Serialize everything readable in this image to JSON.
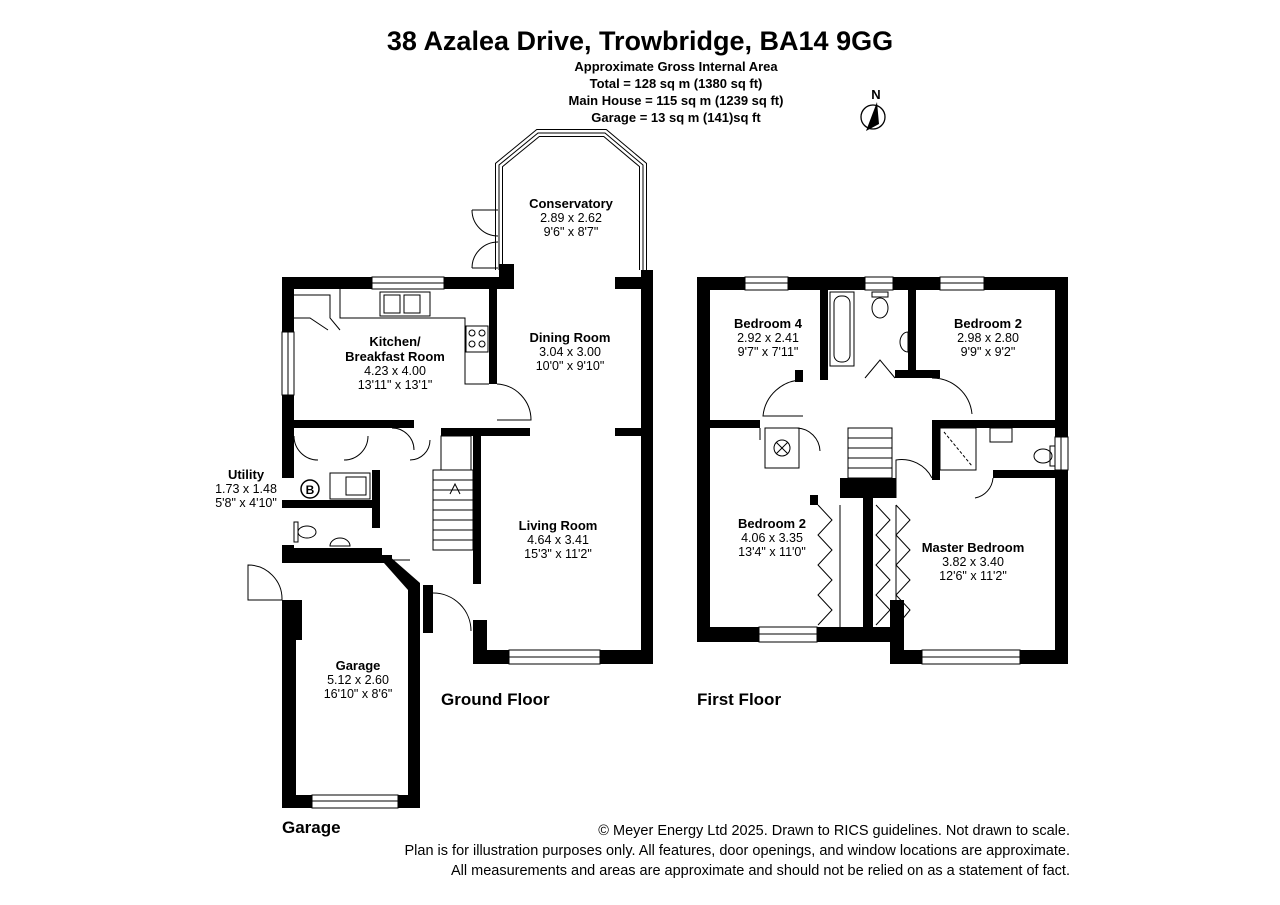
{
  "header": {
    "title": "38 Azalea Drive, Trowbridge, BA14 9GG",
    "area_heading": "Approximate Gross Internal Area",
    "total": "Total = 128 sq m (1380 sq ft)",
    "main_house": "Main House = 115 sq m (1239 sq ft)",
    "garage": "Garage = 13 sq m (141)sq ft"
  },
  "compass": {
    "label": "N",
    "icon": "north-arrow-icon"
  },
  "rooms": {
    "conservatory": {
      "name": "Conservatory",
      "metric": "2.89 x 2.62",
      "imperial": "9'6\" x 8'7\""
    },
    "kitchen": {
      "name1": "Kitchen/",
      "name2": "Breakfast Room",
      "metric": "4.23 x 4.00",
      "imperial": "13'11\" x 13'1\""
    },
    "dining": {
      "name": "Dining Room",
      "metric": "3.04 x 3.00",
      "imperial": "10'0\" x 9'10\""
    },
    "utility": {
      "name": "Utility",
      "metric": "1.73 x 1.48",
      "imperial": "5'8\" x 4'10\""
    },
    "living": {
      "name": "Living Room",
      "metric": "4.64 x 3.41",
      "imperial": "15'3\" x 11'2\""
    },
    "garage": {
      "name": "Garage",
      "metric": "5.12 x 2.60",
      "imperial": "16'10\" x 8'6\""
    },
    "bedroom4": {
      "name": "Bedroom 4",
      "metric": "2.92 x 2.41",
      "imperial": "9'7\" x 7'11\""
    },
    "bedroom2a": {
      "name": "Bedroom 2",
      "metric": "2.98 x 2.80",
      "imperial": "9'9\" x 9'2\""
    },
    "bedroom2b": {
      "name": "Bedroom 2",
      "metric": "4.06 x 3.35",
      "imperial": "13'4\" x 11'0\""
    },
    "master": {
      "name": "Master Bedroom",
      "metric": "3.82 x 3.40",
      "imperial": "12'6\" x 11'2\""
    }
  },
  "boiler_label": "B",
  "floors": {
    "ground": "Ground Floor",
    "first": "First Floor",
    "garage": "Garage"
  },
  "footer": {
    "line1": "© Meyer Energy Ltd 2025. Drawn to RICS guidelines.  Not drawn to scale.",
    "line2": "Plan is for illustration purposes only. All features, door openings, and window locations are approximate.",
    "line3": "All measurements and areas are approximate and should not be relied on as a statement of fact."
  }
}
